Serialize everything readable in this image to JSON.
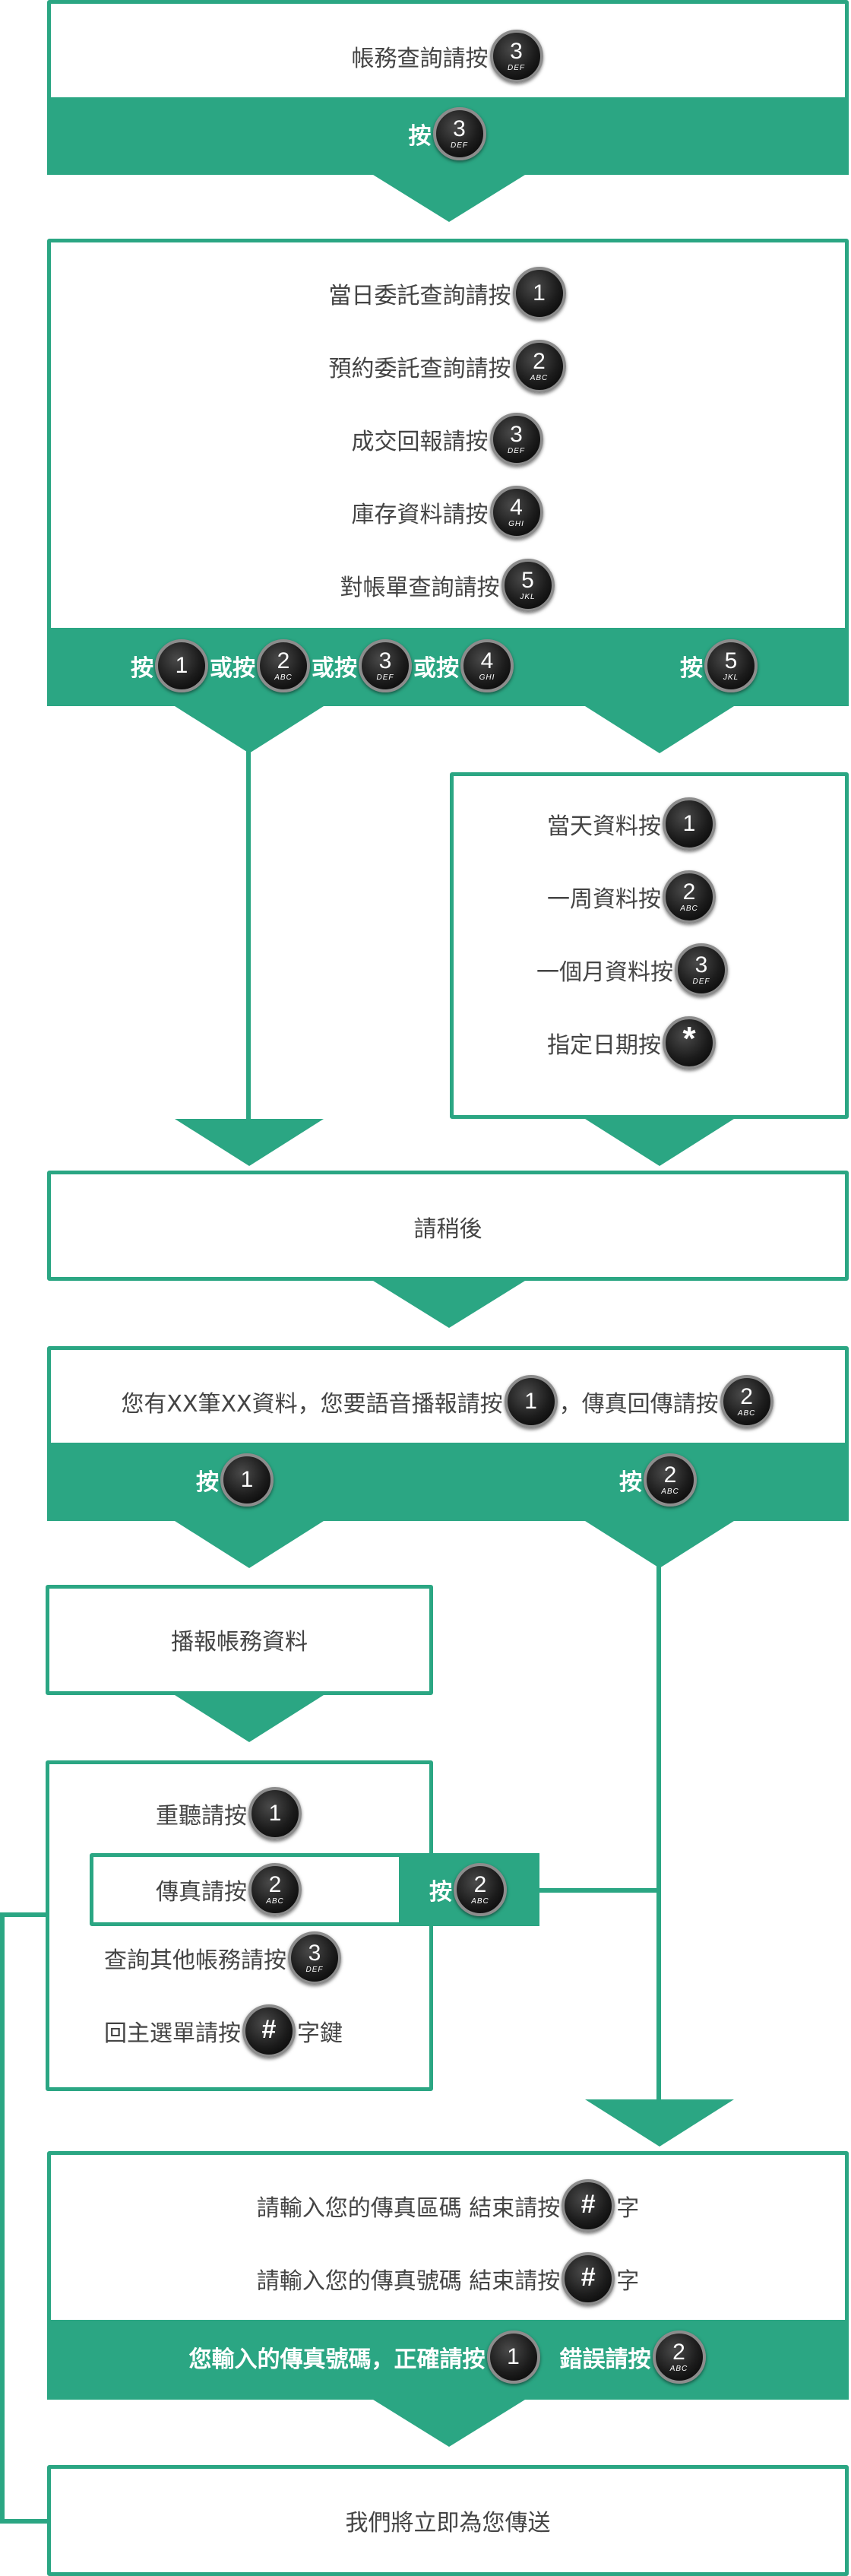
{
  "colors": {
    "accent": "#2ba683",
    "key": "#1c1c1c"
  },
  "keys": {
    "k1": {
      "digit": "1",
      "letters": ""
    },
    "k2": {
      "digit": "2",
      "letters": "ABC"
    },
    "k3": {
      "digit": "3",
      "letters": "DEF"
    },
    "k4": {
      "digit": "4",
      "letters": "GHI"
    },
    "k5": {
      "digit": "5",
      "letters": "JKL"
    },
    "hash": {
      "digit": "#",
      "letters": ""
    },
    "star": {
      "digit": "*",
      "letters": ""
    }
  },
  "step1": {
    "prompt": "帳務查詢請按",
    "action": "按"
  },
  "step2": {
    "options": [
      "當日委託查詢請按",
      "預約委託查詢請按",
      "成交回報請按",
      "庫存資料請按",
      "對帳單查詢請按"
    ],
    "action_left": {
      "press": "按",
      "or1": "或按",
      "or2": "或按",
      "or3": "或按"
    },
    "action_right": "按"
  },
  "step3": {
    "options": [
      "當天資料按",
      "一周資料按",
      "一個月資料按",
      "指定日期按"
    ]
  },
  "wait": "請稍後",
  "step4": {
    "prompt_a": "您有XX筆XX資料，您要語音播報請按",
    "prompt_b": "，傳真回傳請按",
    "action_left": "按",
    "action_right": "按"
  },
  "broadcast": "播報帳務資料",
  "step5": {
    "replay": "重聽請按",
    "fax": "傳真請按",
    "fax_action": "按",
    "other": "查詢其他帳務請按",
    "home": "回主選單請按",
    "home_suffix": "字鍵"
  },
  "step6": {
    "area_code": "請輸入您的傳真區碼  結束請按",
    "area_suffix": "字",
    "number": "請輸入您的傳真號碼  結束請按",
    "number_suffix": "字",
    "confirm": "您輸入的傳真號碼，正確請按",
    "wrong": "錯誤請按"
  },
  "final": "我們將立即為您傳送"
}
